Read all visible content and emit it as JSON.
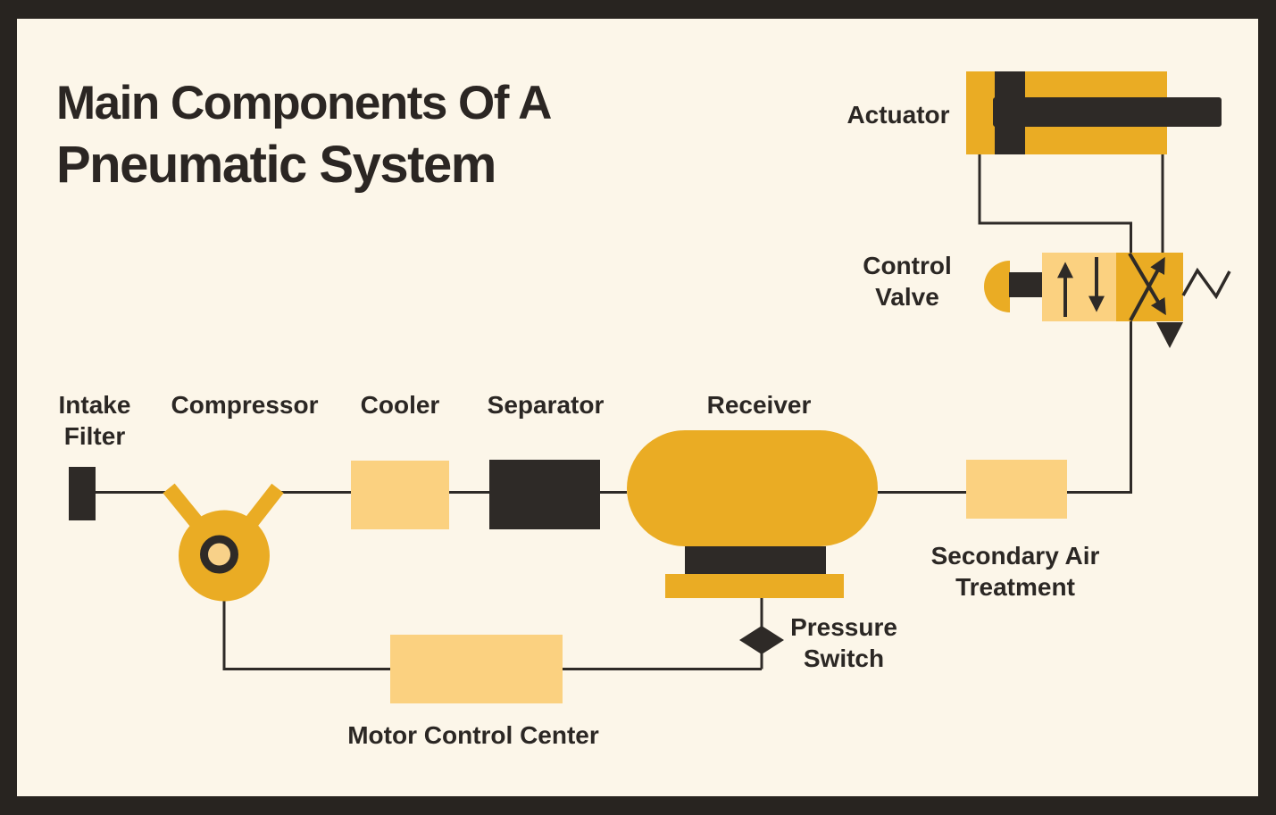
{
  "title": {
    "line1": "Main Components Of A",
    "line2": "Pneumatic System"
  },
  "labels": {
    "intake_filter_1": "Intake",
    "intake_filter_2": "Filter",
    "compressor": "Compressor",
    "cooler": "Cooler",
    "separator": "Separator",
    "receiver": "Receiver",
    "secondary_air_1": "Secondary Air",
    "secondary_air_2": "Treatment",
    "pressure_switch_1": "Pressure",
    "pressure_switch_2": "Switch",
    "motor_control_center": "Motor Control Center",
    "actuator": "Actuator",
    "control_valve_1": "Control",
    "control_valve_2": "Valve"
  },
  "colors": {
    "background": "#FCF6E9",
    "frame": "#282420",
    "dark": "#2E2A27",
    "amber": "#EAAC24",
    "light_yellow": "#FBD180",
    "text": "#2B2724"
  }
}
